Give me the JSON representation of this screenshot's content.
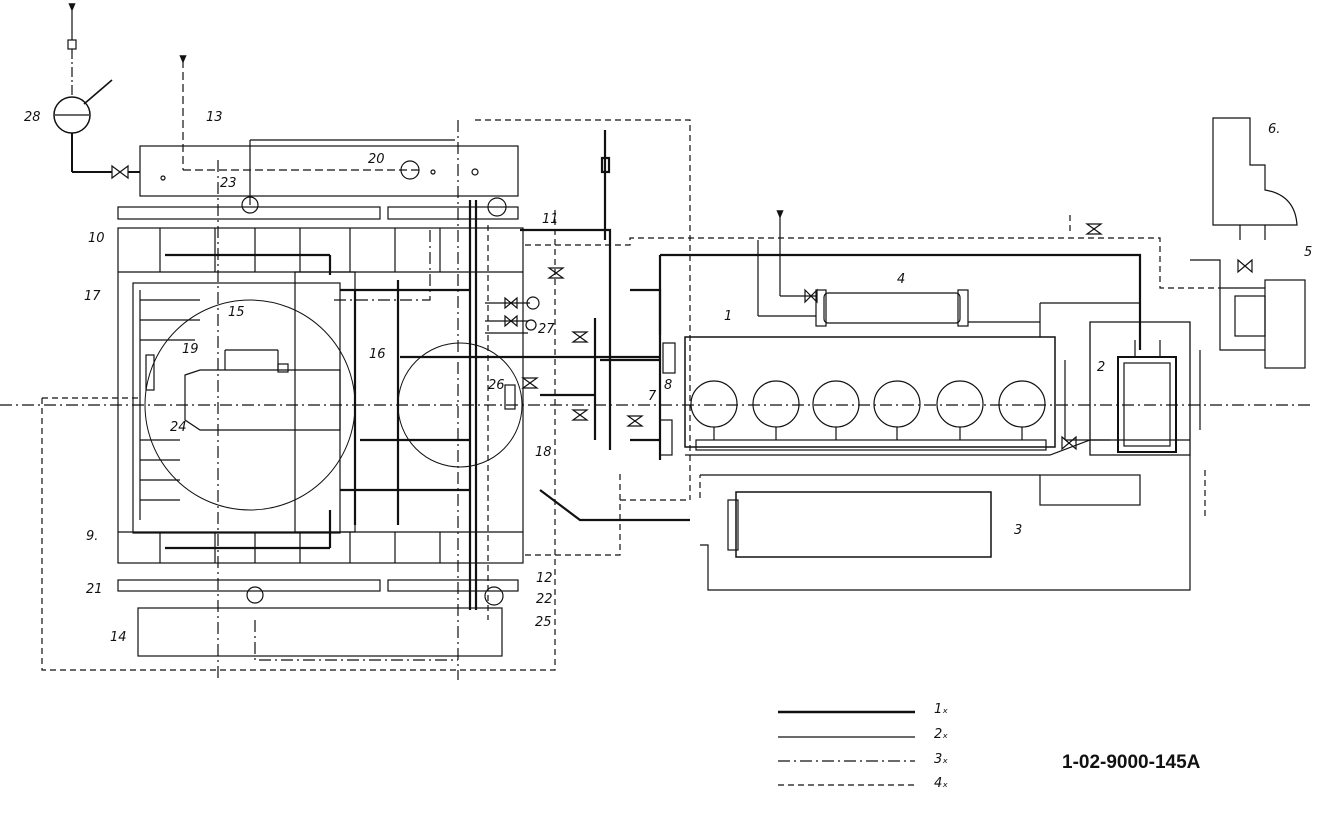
{
  "drawing": {
    "code": "1-02-9000-145A",
    "labels": {
      "l1": "1",
      "l2": "2",
      "l3": "3",
      "l4": "4",
      "l5": "5",
      "l6": "6.",
      "l7": "7",
      "l8": "8",
      "l9": "9.",
      "l10": "10",
      "l11": "11",
      "l12": "12",
      "l13": "13",
      "l14": "14",
      "l15": "15",
      "l16": "16",
      "l17": "17",
      "l18": "18",
      "l19": "19",
      "l20": "20",
      "l21": "21",
      "l22": "22",
      "l23": "23",
      "l24": "24",
      "l25": "25",
      "l26": "26",
      "l27": "27",
      "l28": "28"
    },
    "legend": [
      {
        "label": "1ₓ",
        "line": "solid-thick"
      },
      {
        "label": "2ₓ",
        "line": "solid-thin"
      },
      {
        "label": "3ₓ",
        "line": "dash-dot"
      },
      {
        "label": "4ₓ",
        "line": "dashed"
      }
    ]
  }
}
